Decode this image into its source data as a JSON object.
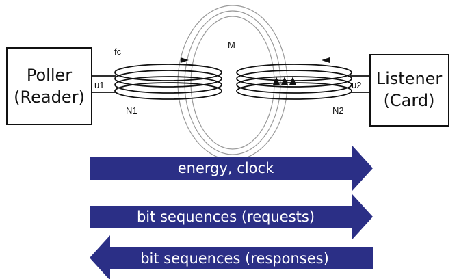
{
  "poller": {
    "line1": "Poller",
    "line2": "(Reader)"
  },
  "listener": {
    "line1": "Listener",
    "line2": "(Card)"
  },
  "labels": {
    "fc": "fc",
    "M": "M",
    "u1": "u1",
    "u2": "u2",
    "N1": "N1",
    "N2": "N2"
  },
  "arrows": {
    "energy": "energy, clock",
    "requests": "bit sequences (requests)",
    "responses": "bit sequences (responses)"
  },
  "colors": {
    "arrow_fill": "#2b2f86",
    "arrow_text": "#ffffff",
    "outline": "#111111",
    "field_lines": "#9a9a9a"
  }
}
